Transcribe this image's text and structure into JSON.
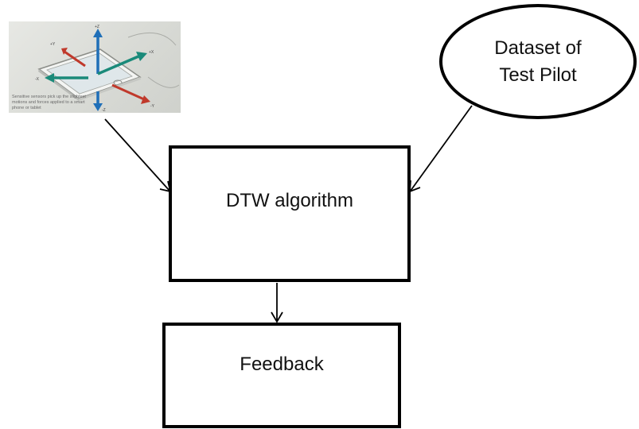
{
  "diagram": {
    "input_sensor": {
      "caption": "Sensitive sensors pick up the slightest motions and forces applied to a smart phone or tablet",
      "axis_labels": {
        "z_pos": "+Z",
        "y_pos": "+Y",
        "x_pos": "+X",
        "x_neg": "-X",
        "y_neg": "-Y",
        "z_neg": "-Z"
      }
    },
    "dataset": {
      "line1": "Dataset of",
      "line2": "Test Pilot"
    },
    "process": {
      "label": "DTW algorithm"
    },
    "output": {
      "label": "Feedback"
    }
  },
  "colors": {
    "axis_red": "#c0392b",
    "axis_teal": "#1a8a7a",
    "axis_blue": "#1f6fb8",
    "stroke": "#000000"
  }
}
